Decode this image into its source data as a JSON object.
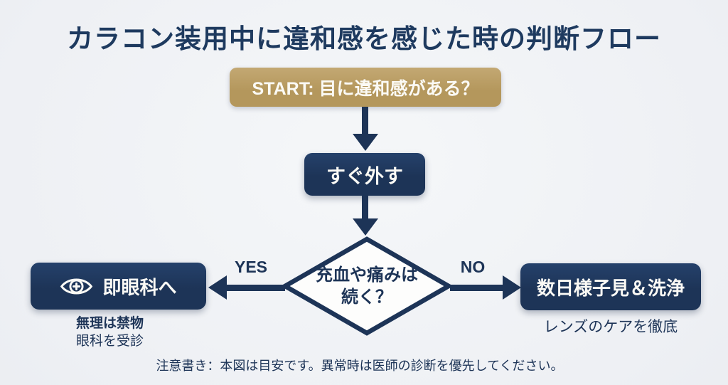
{
  "title": "カラコン装用中に違和感を感じた時の判断フロー",
  "colors": {
    "navy": "#1d3457",
    "navy-title": "#1e3a5f",
    "gold": "#b4975c",
    "box-text": "#fbfaf5",
    "diamond-fill": "#fdfdfc",
    "bg-light": "#f5f7f9",
    "bg-mid": "#eef0f4",
    "bg-dark": "#e7eaef"
  },
  "nodes": {
    "start": {
      "label": "START: 目に違和感がある？"
    },
    "action": {
      "label": "すぐ外す"
    },
    "decision": {
      "line1": "充血や痛みは",
      "line2": "続く？"
    },
    "yes_result": {
      "icon": "eye-plus-icon",
      "label": "即眼科へ",
      "caption_line1": "無理は禁物",
      "caption_line2": "眼科を受診"
    },
    "no_result": {
      "label": "数日様子見＆洗浄",
      "caption": "レンズのケアを徹底"
    }
  },
  "edges": {
    "yes_label": "YES",
    "no_label": "NO"
  },
  "footer_note": "注意書き：本図は目安です。異常時は医師の診断を優先してください。"
}
